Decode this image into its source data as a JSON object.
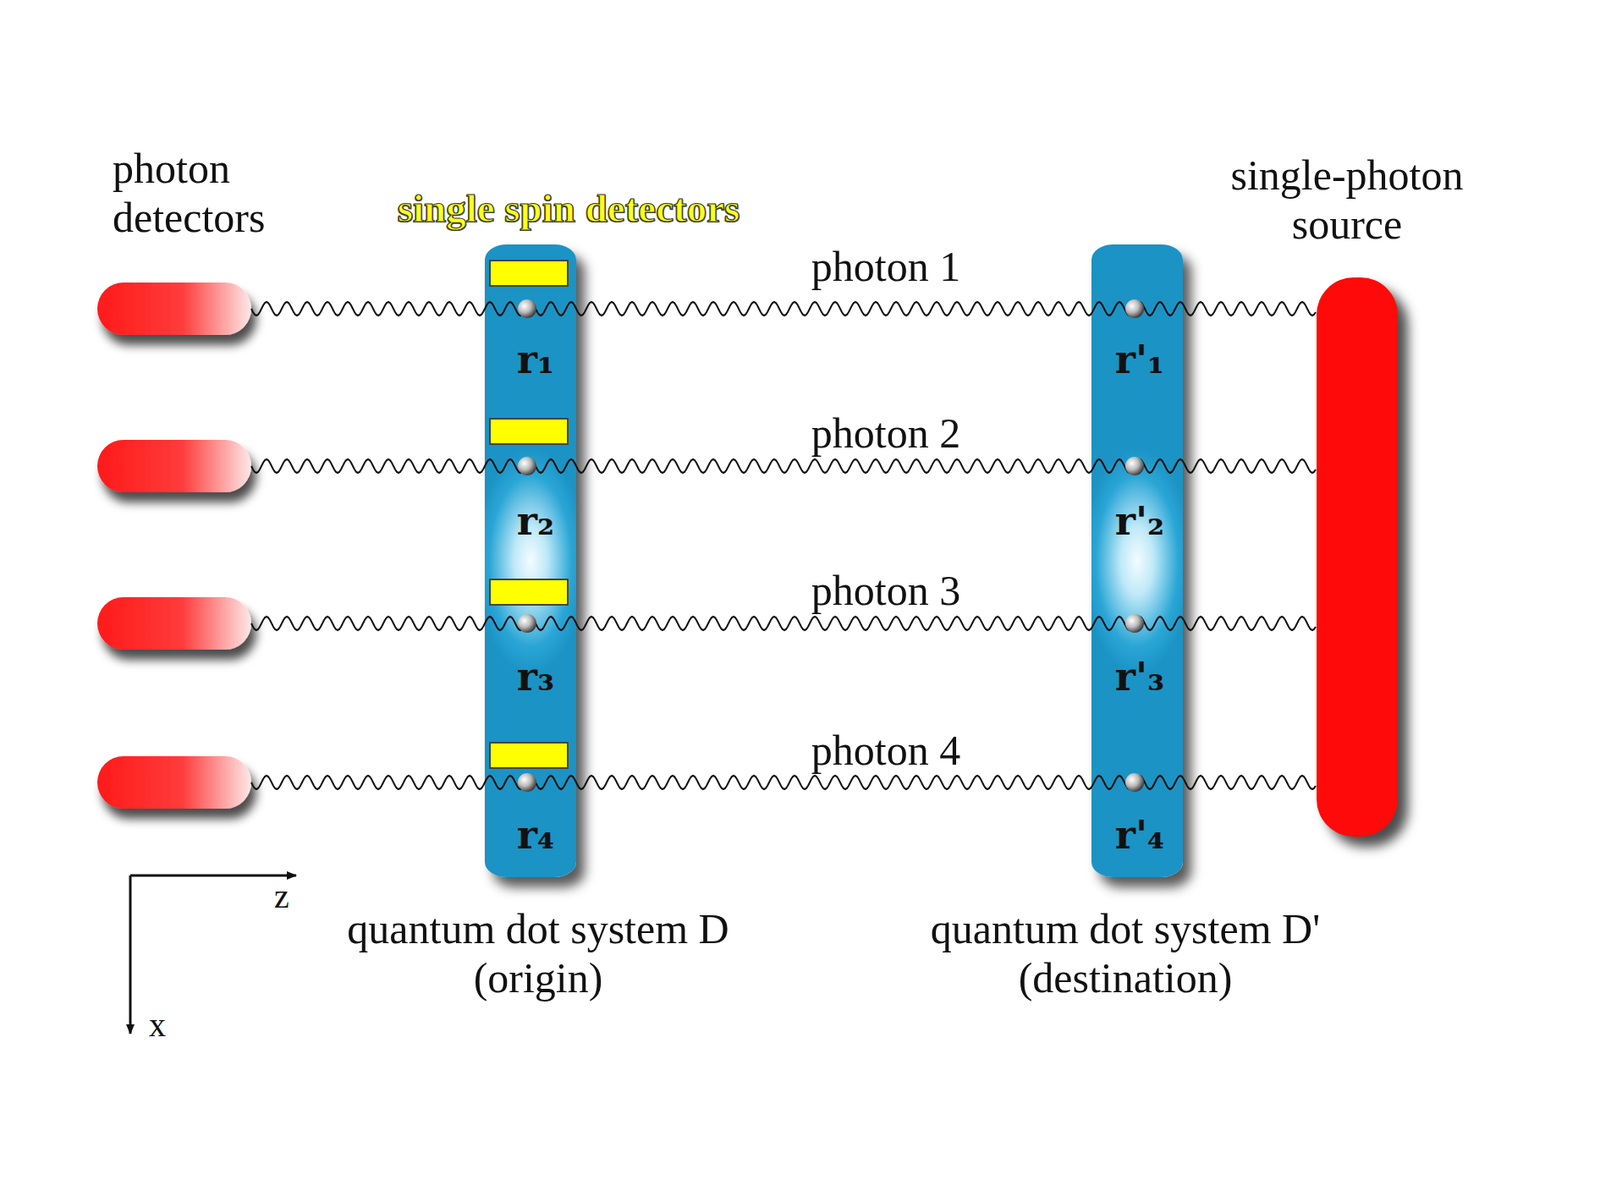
{
  "diagram": {
    "nodes": [
      {
        "text": [
          "quantum dot system D (origin)"
        ]
      },
      {
        "text": [
          "quantum dot system D' (destination)"
        ]
      },
      {
        "text": [
          "single-photon source"
        ]
      }
    ],
    "labels": [
      "photon detectors",
      "single spin detectors",
      "photon 1",
      "photon 2",
      "photon 3",
      "photon 4",
      "r₁",
      "r₂",
      "r₃",
      "r₄",
      "r'₁",
      "r'₂",
      "r'₃",
      "r'₄",
      "z",
      "x"
    ]
  }
}
